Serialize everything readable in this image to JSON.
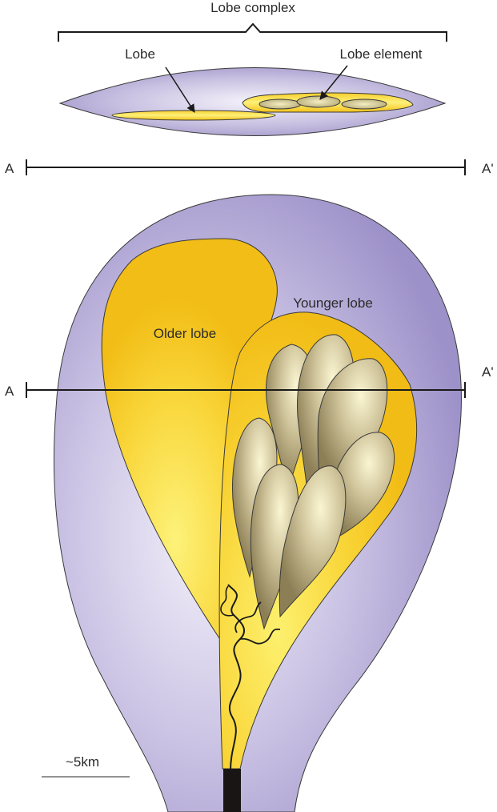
{
  "labels": {
    "lobe_complex": "Lobe complex",
    "lobe": "Lobe",
    "lobe_element": "Lobe element",
    "section_start": "A",
    "section_end": "A'",
    "older_lobe": "Older lobe",
    "younger_lobe": "Younger lobe",
    "scale": "~5km"
  },
  "colors": {
    "complex_fill": "#a99fd0",
    "lobe_fill": "#f5c218",
    "lobe_highlight": "#fdf07a",
    "element_fill": "#a3956a",
    "element_highlight": "#f7f3c9",
    "channel": "#1a1a1a",
    "line": "#1a1a1a"
  }
}
